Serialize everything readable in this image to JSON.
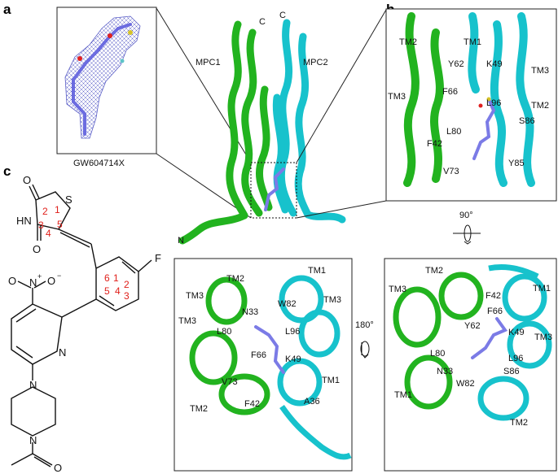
{
  "panels": {
    "a": "a",
    "b": "b",
    "c": "c"
  },
  "panel_a": {
    "ligand_caption": "GW604714X",
    "mpc1": "MPC1",
    "mpc2": "MPC2",
    "c_term_1": "C",
    "c_term_2": "C",
    "n_term": "N"
  },
  "panel_b": {
    "labels": [
      "TM2",
      "TM1",
      "TM3",
      "Y62",
      "K49",
      "TM3",
      "F66",
      "L96",
      "TM2",
      "S86",
      "L80",
      "F42",
      "Y85",
      "V73"
    ],
    "rotation": "90°"
  },
  "panel_c": {
    "atoms": {
      "S": "S",
      "HN": "HN",
      "O_top": "O",
      "O_bot": "O",
      "F": "F",
      "NO2_N": "N",
      "NO2_O": "O",
      "N_pyr": "N",
      "N_pip1": "N",
      "N_pip2": "N",
      "O_acet": "O",
      "plus": "+",
      "minus": "−"
    },
    "ring_numbers": [
      "2",
      "1",
      "3",
      "5",
      "4",
      "6",
      "1",
      "5",
      "4",
      "2",
      "3"
    ]
  },
  "bottom_left": {
    "labels": [
      "TM2",
      "TM1",
      "TM3",
      "W82",
      "N33",
      "TM3",
      "L80",
      "L96",
      "F66",
      "K49",
      "TM1",
      "V73",
      "TM2",
      "F42",
      "A36"
    ],
    "rotation": "180°"
  },
  "bottom_right": {
    "labels": [
      "TM2",
      "TM3",
      "F42",
      "TM1",
      "F66",
      "Y62",
      "K49",
      "TM3",
      "L80",
      "L96",
      "N33",
      "S86",
      "W82",
      "TM1",
      "TM2"
    ]
  },
  "colors": {
    "mpc1": "#22b31f",
    "mpc2": "#17c2cc",
    "ligand": "#7b7be6",
    "ring_numbers": "#e0201b"
  }
}
